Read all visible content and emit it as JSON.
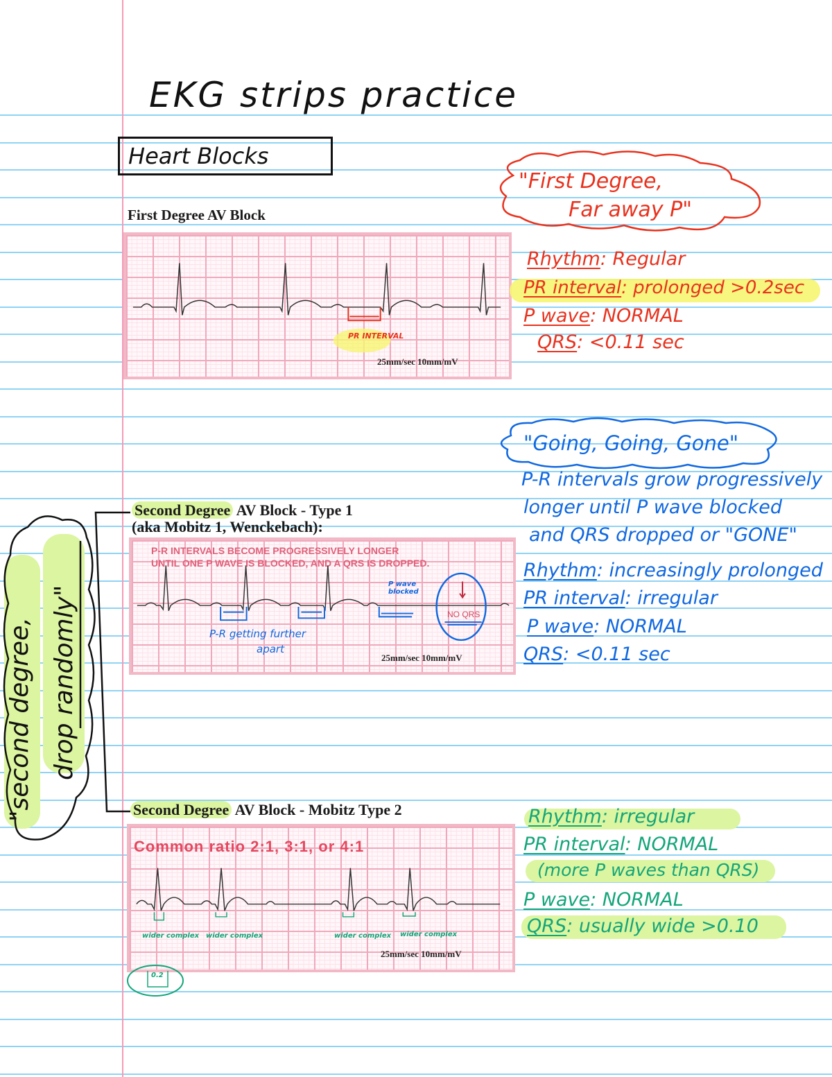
{
  "page": {
    "title": "EKG strips practice",
    "section_label": "Heart Blocks",
    "colors": {
      "ruling_blue": "#8fd3f4",
      "margin_pink": "#f29bb5",
      "note_red": "#e8321e",
      "note_blue": "#1068e0",
      "note_teal": "#14a57a",
      "highlight_green": "#dcf5a0",
      "highlight_yellow": "#f6f570"
    }
  },
  "first_degree": {
    "strip_title": "First Degree AV Block",
    "speed_label": "25mm/sec  10mm/mV",
    "annotation": "PR INTERVAL",
    "mnemonic": "\"First Degree, Far away P\"",
    "mnemonic_line1": "\"First Degree,",
    "mnemonic_line2": "Far away P\"",
    "notes": [
      {
        "label": "Rhythm",
        "value": ": Regular"
      },
      {
        "label": "PR interval",
        "value": ": prolonged >0.2sec"
      },
      {
        "label": "P wave",
        "value": ": NORMAL"
      },
      {
        "label": "QRS",
        "value": ": <0.11 sec"
      }
    ]
  },
  "second_degree_type1": {
    "strip_title_highlight": "Second Degree",
    "strip_title_rest": " AV Block - Type 1",
    "strip_subtitle": "(aka Mobitz 1, Wenckebach):",
    "banner_line1": "P-R INTERVALS BECOME PROGRESSIVELY LONGER",
    "banner_line2": "UNTIL ONE P WAVE IS BLOCKED, AND A QRS IS DROPPED.",
    "no_qrs_label": "NO QRS",
    "annotation_pr": "P-R getting further",
    "annotation_pr2": "apart",
    "annotation_pblocked1": "P wave",
    "annotation_pblocked2": "blocked",
    "speed_label": "25mm/sec  10mm/mV",
    "mnemonic": "\"Going, Going, Gone\"",
    "description": [
      "P-R intervals grow progressively",
      "longer until P wave blocked",
      "and QRS dropped or \"GONE\""
    ],
    "notes": [
      {
        "label": "Rhythm",
        "value": ": increasingly prolonged"
      },
      {
        "label": "PR interval",
        "value": ": irregular"
      },
      {
        "label": "P wave",
        "value": ": NORMAL"
      },
      {
        "label": "QRS",
        "value": ": <0.11 sec"
      }
    ]
  },
  "second_degree_side": {
    "mnemonic_line1": "\"second degree,",
    "mnemonic_line2": "drop randomly\""
  },
  "second_degree_type2": {
    "strip_title_highlight": "Second Degree",
    "strip_title_rest": " AV Block - Mobitz Type 2",
    "banner": "Common ratio 2:1, 3:1, or 4:1",
    "speed_label": "25mm/sec  10mm/mV",
    "annotations": [
      "wider complex",
      "wider complex",
      "wider complex",
      "wider complex"
    ],
    "circled_value": "0.2",
    "notes": [
      {
        "label": "Rhythm",
        "value": ": irregular"
      },
      {
        "label": "PR interval",
        "value": ": NORMAL"
      },
      {
        "label": "",
        "value": "(more P waves than QRS)"
      },
      {
        "label": "P wave",
        "value": ": NORMAL"
      },
      {
        "label": "QRS",
        "value": ": usually wide >0.10"
      }
    ]
  }
}
